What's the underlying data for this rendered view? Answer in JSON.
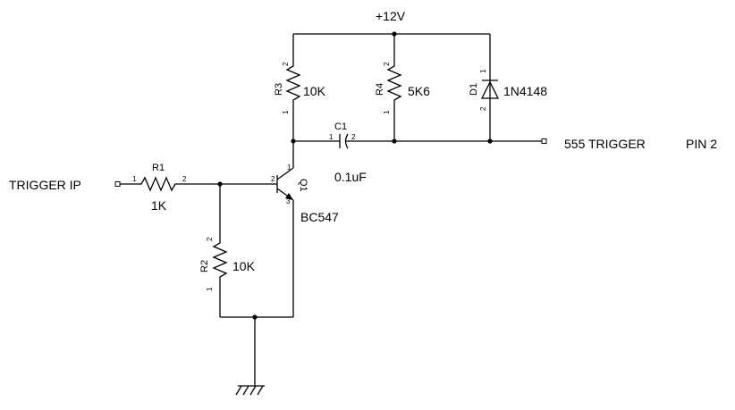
{
  "diagram": {
    "supply_label": "+12V",
    "input_label": "TRIGGER IP",
    "output_label": "555 TRIGGER",
    "output_pin_label": "PIN 2",
    "components": {
      "r1": {
        "ref": "R1",
        "value": "1K",
        "pin1": "1",
        "pin2": "2"
      },
      "r2": {
        "ref": "R2",
        "value": "10K",
        "pin1": "1",
        "pin2": "2"
      },
      "r3": {
        "ref": "R3",
        "value": "10K",
        "pin1": "1",
        "pin2": "2"
      },
      "r4": {
        "ref": "R4",
        "value": "5K6",
        "pin1": "1",
        "pin2": "2"
      },
      "c1": {
        "ref": "C1",
        "value": "0.1uF",
        "pin1": "1",
        "pin2": "2"
      },
      "d1": {
        "ref": "D1",
        "value": "1N4148",
        "pin1": "1",
        "pin2": "2"
      },
      "q1": {
        "ref": "Q1",
        "value": "BC547",
        "pin1": "1",
        "pin2": "2",
        "pin3": "3"
      }
    }
  }
}
